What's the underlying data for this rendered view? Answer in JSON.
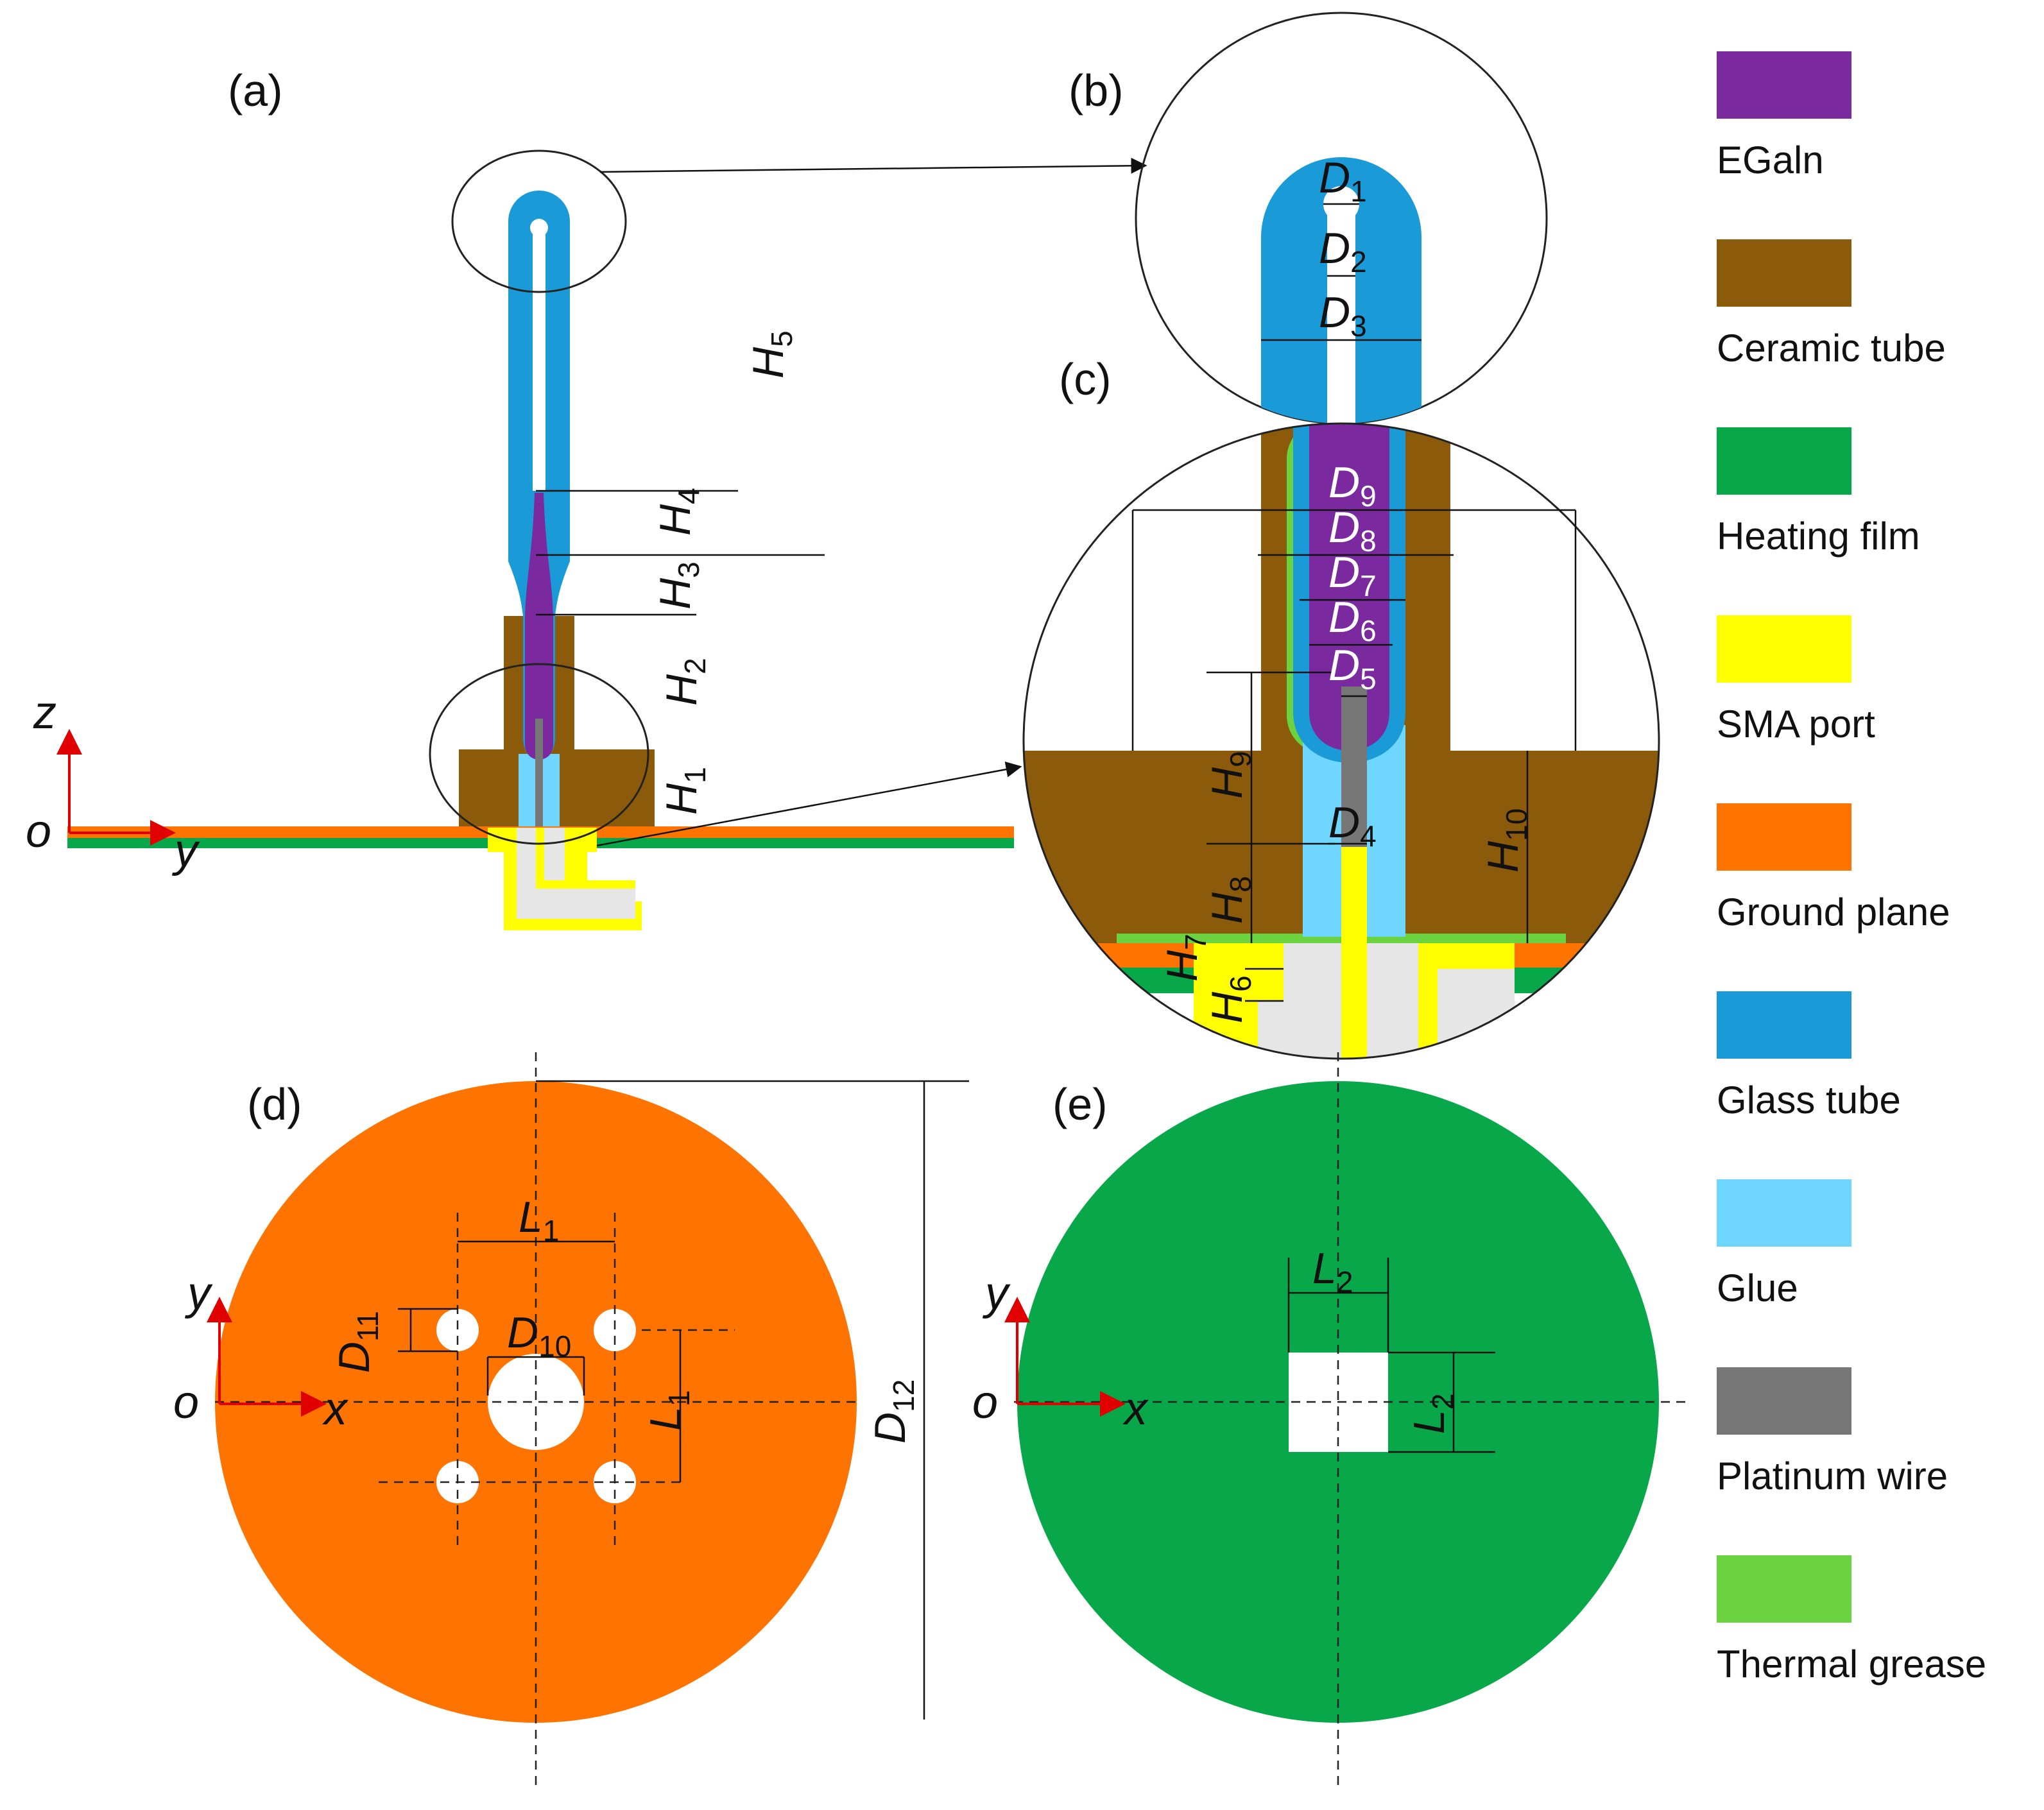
{
  "panels": {
    "a": "(a)",
    "b": "(b)",
    "c": "(c)",
    "d": "(d)",
    "e": "(e)"
  },
  "colors": {
    "egain": "#7a2a9e",
    "ceramic": "#8b5a0a",
    "heating": "#08a84a",
    "sma": "#ffff00",
    "ground": "#ff7300",
    "glass": "#1a9bd8",
    "glue": "#6fd6ff",
    "platinum": "#777777",
    "grease": "#6bd33f",
    "conductor": "#e6e6e6"
  },
  "legend": [
    {
      "label": "EGaln",
      "color": "#7a2a9e"
    },
    {
      "label": "Ceramic tube",
      "color": "#8b5a0a"
    },
    {
      "label": "Heating film",
      "color": "#08a84a"
    },
    {
      "label": "SMA port",
      "color": "#ffff00"
    },
    {
      "label": "Ground plane",
      "color": "#ff7300"
    },
    {
      "label": "Glass tube",
      "color": "#1a9bd8"
    },
    {
      "label": "Glue",
      "color": "#6fd6ff"
    },
    {
      "label": "Platinum wire",
      "color": "#777777"
    },
    {
      "label": "Thermal grease",
      "color": "#6bd33f"
    }
  ],
  "axes": {
    "a": {
      "origin": "o",
      "h": "y",
      "v": "z"
    },
    "d": {
      "origin": "o",
      "h": "x",
      "v": "y"
    },
    "e": {
      "origin": "o",
      "h": "x",
      "v": "y"
    }
  },
  "dims": {
    "H1": {
      "l": "H",
      "s": "1"
    },
    "H2": {
      "l": "H",
      "s": "2"
    },
    "H3": {
      "l": "H",
      "s": "3"
    },
    "H4": {
      "l": "H",
      "s": "4"
    },
    "H5": {
      "l": "H",
      "s": "5"
    },
    "H6": {
      "l": "H",
      "s": "6"
    },
    "H7": {
      "l": "H",
      "s": "7"
    },
    "H8": {
      "l": "H",
      "s": "8"
    },
    "H9": {
      "l": "H",
      "s": "9"
    },
    "H10": {
      "l": "H",
      "s": "10"
    },
    "D1": {
      "l": "D",
      "s": "1"
    },
    "D2": {
      "l": "D",
      "s": "2"
    },
    "D3": {
      "l": "D",
      "s": "3"
    },
    "D4": {
      "l": "D",
      "s": "4"
    },
    "D5": {
      "l": "D",
      "s": "5"
    },
    "D6": {
      "l": "D",
      "s": "6"
    },
    "D7": {
      "l": "D",
      "s": "7"
    },
    "D8": {
      "l": "D",
      "s": "8"
    },
    "D9": {
      "l": "D",
      "s": "9"
    },
    "D10": {
      "l": "D",
      "s": "10"
    },
    "D11": {
      "l": "D",
      "s": "11"
    },
    "D12": {
      "l": "D",
      "s": "12"
    },
    "L1a": {
      "l": "L",
      "s": "1"
    },
    "L1b": {
      "l": "L",
      "s": "1"
    },
    "L2a": {
      "l": "L",
      "s": "2"
    },
    "L2b": {
      "l": "L",
      "s": "2"
    }
  }
}
